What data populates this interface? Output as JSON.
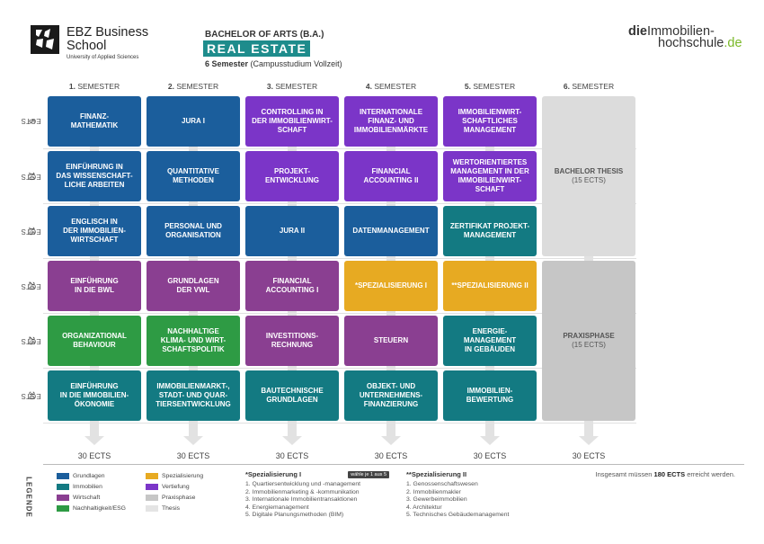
{
  "header": {
    "ebz_title_line1": "EBZ Business",
    "ebz_title_line2": "School",
    "ebz_subtitle": "University of Applied Sciences",
    "program_type": "BACHELOR OF ARTS (B.A.)",
    "program_name": "REAL ESTATE",
    "semesters_bold": "6 Semester",
    "semesters_rest": " (Campusstudium Vollzeit)",
    "partner_die": "die",
    "partner_word1": "Immobilien-",
    "partner_word2": "hochschule",
    "partner_tld": ".de"
  },
  "semesters": [
    {
      "num": "1.",
      "label": " SEMESTER"
    },
    {
      "num": "2.",
      "label": " SEMESTER"
    },
    {
      "num": "3.",
      "label": " SEMESTER"
    },
    {
      "num": "4.",
      "label": " SEMESTER"
    },
    {
      "num": "5.",
      "label": " SEMESTER"
    },
    {
      "num": "6.",
      "label": " SEMESTER"
    }
  ],
  "ects_rows": [
    {
      "num": "5",
      "unit": " ECTS"
    },
    {
      "num": "10",
      "unit": " ECTS"
    },
    {
      "num": "15",
      "unit": " ECTS"
    },
    {
      "num": "20",
      "unit": " ECTS"
    },
    {
      "num": "25",
      "unit": " ECTS"
    },
    {
      "num": "30",
      "unit": " ECTS"
    }
  ],
  "colors": {
    "grundlagen": "#1b5e9c",
    "immobilien": "#137a82",
    "wirtschaft": "#8a3f91",
    "nachhaltigkeit": "#2e9b44",
    "spezialisierung": "#e7aa22",
    "vertiefung": "#7b35c8",
    "praxisphase": "#c6c6c6",
    "thesis": "#dcdcdc"
  },
  "modules": [
    [
      {
        "title": "FINANZ-\nMATHEMATIK",
        "cat": "grundlagen"
      },
      {
        "title": "EINFÜHRUNG IN\nDAS WISSENSCHAFT-\nLICHE ARBEITEN",
        "cat": "grundlagen"
      },
      {
        "title": "ENGLISCH IN\nDER IMMOBILIEN-\nWIRTSCHAFT",
        "cat": "grundlagen"
      },
      {
        "title": "EINFÜHRUNG\nIN DIE BWL",
        "cat": "wirtschaft"
      },
      {
        "title": "ORGANIZATIONAL\nBEHAVIOUR",
        "cat": "nachhaltigkeit"
      },
      {
        "title": "EINFÜHRUNG\nIN DIE IMMOBILIEN-\nÖKONOMIE",
        "cat": "immobilien"
      }
    ],
    [
      {
        "title": "JURA I",
        "cat": "grundlagen"
      },
      {
        "title": "QUANTITATIVE\nMETHODEN",
        "cat": "grundlagen"
      },
      {
        "title": "PERSONAL UND\nORGANISATION",
        "cat": "grundlagen"
      },
      {
        "title": "GRUNDLAGEN\nDER VWL",
        "cat": "wirtschaft"
      },
      {
        "title": "NACHHALTIGE\nKLIMA- UND WIRT-\nSCHAFTSPOLITIK",
        "cat": "nachhaltigkeit"
      },
      {
        "title": "IMMOBILIENMARKT-,\nSTADT- UND QUAR-\nTIERSENTWICKLUNG",
        "cat": "immobilien"
      }
    ],
    [
      {
        "title": "CONTROLLING IN\nDER IMMOBILIENWIRT-\nSCHAFT",
        "cat": "vertiefung"
      },
      {
        "title": "PROJEKT-\nENTWICKLUNG",
        "cat": "vertiefung"
      },
      {
        "title": "JURA II",
        "cat": "grundlagen"
      },
      {
        "title": "FINANCIAL\nACCOUNTING I",
        "cat": "wirtschaft"
      },
      {
        "title": "INVESTITIONS-\nRECHNUNG",
        "cat": "wirtschaft"
      },
      {
        "title": "BAUTECHNISCHE\nGRUNDLAGEN",
        "cat": "immobilien"
      }
    ],
    [
      {
        "title": "INTERNATIONALE\nFINANZ- UND\nIMMOBILIENMÄRKTE",
        "cat": "vertiefung"
      },
      {
        "title": "FINANCIAL\nACCOUNTING II",
        "cat": "vertiefung"
      },
      {
        "title": "DATENMANAGEMENT",
        "cat": "grundlagen"
      },
      {
        "title": "*SPEZIALISIERUNG I",
        "cat": "spezialisierung"
      },
      {
        "title": "STEUERN",
        "cat": "wirtschaft"
      },
      {
        "title": "OBJEKT- UND\nUNTERNEHMENS-\nFINANZIERUNG",
        "cat": "immobilien"
      }
    ],
    [
      {
        "title": "IMMOBILIENWIRT-\nSCHAFTLICHES\nMANAGEMENT",
        "cat": "vertiefung"
      },
      {
        "title": "WERTORIENTIERTES\nMANAGEMENT IN DER\nIMMOBILIENWIRT-\nSCHAFT",
        "cat": "vertiefung"
      },
      {
        "title": "ZERTIFIKAT PROJEKT-\nMANAGEMENT",
        "cat": "immobilien"
      },
      {
        "title": "**SPEZIALISIERUNG II",
        "cat": "spezialisierung"
      },
      {
        "title": "ENERGIE-\nMANAGEMENT\nIN GEBÄUDEN",
        "cat": "immobilien"
      },
      {
        "title": "IMMOBILIEN-\nBEWERTUNG",
        "cat": "immobilien"
      }
    ]
  ],
  "semester6": {
    "thesis_title": "BACHELOR THESIS",
    "thesis_ects": "(15 ECTS)",
    "praxis_title": "PRAXISPHASE",
    "praxis_ects": "(15 ECTS)"
  },
  "column_totals": [
    "30 ECTS",
    "30 ECTS",
    "30 ECTS",
    "30 ECTS",
    "30 ECTS",
    "30 ECTS"
  ],
  "legend": {
    "label": "LEGENDE",
    "items": [
      {
        "label": "Grundlagen",
        "color": "#1b5e9c"
      },
      {
        "label": "Immobilien",
        "color": "#137a82"
      },
      {
        "label": "Wirtschaft",
        "color": "#8a3f91"
      },
      {
        "label": "Nachhaltigkeit/ESG",
        "color": "#2e9b44"
      },
      {
        "label": "Spezialisierung",
        "color": "#e7aa22"
      },
      {
        "label": "Vertiefung",
        "color": "#7b35c8"
      },
      {
        "label": "Praxisphase",
        "color": "#c6c6c6"
      },
      {
        "label": "Thesis",
        "color": "#e4e4e4"
      }
    ]
  },
  "spec1": {
    "title": "*Spezialisierung I",
    "badge": "wähle je 1 aus 5",
    "items": [
      "1.  Quartiersentwicklung und -management",
      "2.  Immobilienmarketing & -kommunikation",
      "3.  Internationale Immobilientransaktionen",
      "4.  Energiemanagement",
      "5.  Digitale Planungsmethoden (BIM)"
    ]
  },
  "spec2": {
    "title": "**Spezialisierung II",
    "items": [
      "1.  Genossenschaftswesen",
      "2.  Immobilienmakler",
      "3.  Gewerbeimmobilien",
      "4.  Architektur",
      "5.  Technisches Gebäudemanagement"
    ]
  },
  "total_note": {
    "prefix": "Insgesamt müssen ",
    "value": "180 ECTS",
    "suffix": " erreicht werden."
  }
}
